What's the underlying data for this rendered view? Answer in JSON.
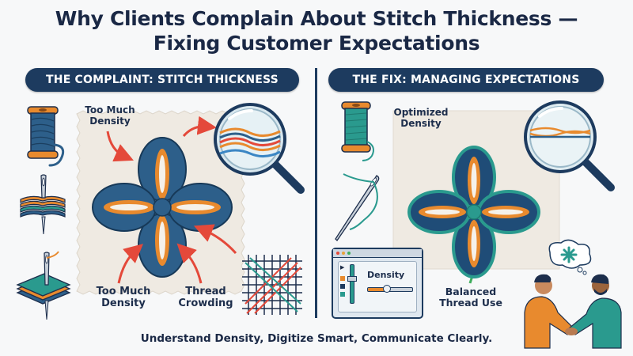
{
  "title": {
    "line1": "Why Clients Complain About Stitch Thickness —",
    "line2": "Fixing Customer Expectations"
  },
  "left_panel": {
    "heading": "THE COMPLAINT: STITCH THICKNESS",
    "labels": {
      "top": [
        "Too Much",
        "Density"
      ],
      "bottom_left": [
        "Too Much",
        "Density"
      ],
      "bottom_right": [
        "Thread",
        "Crowding"
      ]
    },
    "icons": [
      "thread-spool-icon",
      "needle-through-layers-icon",
      "needle-stack-fabric-icon",
      "magnifier-tangled-threads-icon",
      "crossed-grid-icon"
    ],
    "arrow_color": "#e4493a"
  },
  "right_panel": {
    "heading": "THE FIX: MANAGING EXPECTATIONS",
    "labels": {
      "top": [
        "Optimized",
        "Density"
      ],
      "bottom": [
        "Balanced",
        "Thread Use"
      ]
    },
    "software_window": {
      "label": "Density"
    },
    "icons": [
      "thread-spool-icon",
      "needle-with-thread-icon",
      "magnifier-smooth-threads-icon",
      "density-software-icon",
      "handshake-icon"
    ],
    "arrow_color": "#3fae5c"
  },
  "footer": {
    "tagline": "Understand Density, Digitize Smart, Communicate Clearly."
  },
  "colors": {
    "navy": "#1d3b5f",
    "blue_thread": "#2d5f8a",
    "orange": "#e88a2e",
    "teal": "#2a9a8e",
    "fabric": "#efeae2",
    "red_arrow": "#e4493a",
    "green_arrow": "#3fae5c"
  }
}
